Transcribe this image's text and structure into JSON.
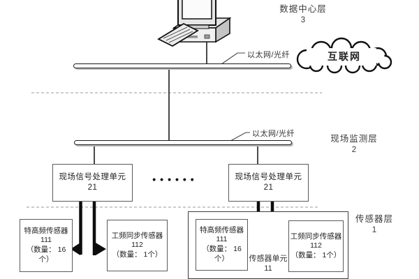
{
  "labels": {
    "layer3_title": "数据中心层",
    "layer3_num": "3",
    "layer2_title": "现场监测层",
    "layer2_num": "2",
    "layer1_title": "传感器层",
    "layer1_num": "1",
    "ethernet_top": "以太网/光纤",
    "ethernet_mid": "以太网/光纤",
    "internet": "互联网",
    "dots": "••••••"
  },
  "units": {
    "left_name": "现场信号处理单元",
    "left_num": "21",
    "right_name": "现场信号处理单元",
    "right_num": "21"
  },
  "sensor_unit": {
    "name": "传感器单元",
    "num": "11"
  },
  "sensors": {
    "uhf_left_name": "特高频传感器",
    "uhf_left_num": "111",
    "uhf_left_qty1": "（数量： 16",
    "uhf_left_qty2": "个）",
    "pf_left_name": "工频同步传感器",
    "pf_left_num": "112",
    "pf_left_qty": "（数量： 1个）",
    "uhf_right_name": "特高频传感器",
    "uhf_right_num": "111",
    "uhf_right_qty1": "（数量： 16",
    "uhf_right_qty2": "个）",
    "pf_right_name": "工频同步传感器",
    "pf_right_num": "112",
    "pf_right_qty": "（数量： 1个）"
  },
  "colors": {
    "line": "#1c1c1c",
    "dashed": "#9a9a9a",
    "box_border": "#5a5a5a"
  }
}
